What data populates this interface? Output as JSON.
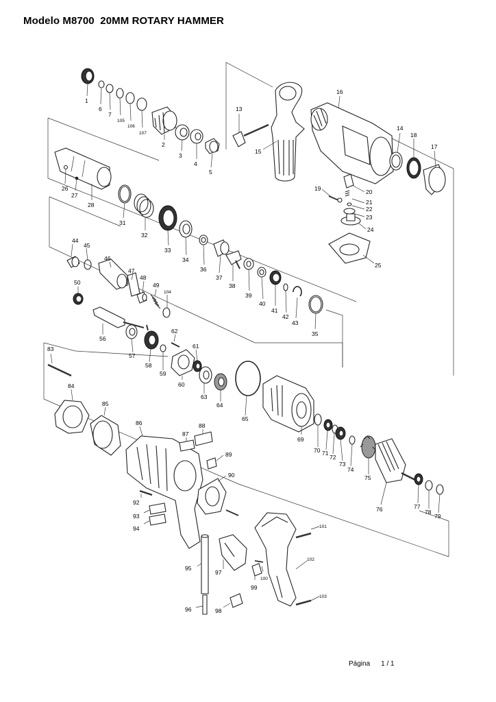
{
  "title": "Modelo M8700  20MM ROTARY HAMMER",
  "footer": {
    "page_label": "Página",
    "page_value": "1 / 1"
  },
  "parts": [
    {
      "num": "1"
    },
    {
      "num": "6"
    },
    {
      "num": "7"
    },
    {
      "num": "105"
    },
    {
      "num": "106"
    },
    {
      "num": "107"
    },
    {
      "num": "2"
    },
    {
      "num": "3"
    },
    {
      "num": "4"
    },
    {
      "num": "5"
    },
    {
      "num": "13"
    },
    {
      "num": "15"
    },
    {
      "num": "16"
    },
    {
      "num": "14"
    },
    {
      "num": "18"
    },
    {
      "num": "17"
    },
    {
      "num": "19"
    },
    {
      "num": "20"
    },
    {
      "num": "21"
    },
    {
      "num": "22"
    },
    {
      "num": "23"
    },
    {
      "num": "24"
    },
    {
      "num": "25"
    },
    {
      "num": "26"
    },
    {
      "num": "27"
    },
    {
      "num": "28"
    },
    {
      "num": "31"
    },
    {
      "num": "32"
    },
    {
      "num": "33"
    },
    {
      "num": "34"
    },
    {
      "num": "36"
    },
    {
      "num": "37"
    },
    {
      "num": "38"
    },
    {
      "num": "39"
    },
    {
      "num": "40"
    },
    {
      "num": "41"
    },
    {
      "num": "42"
    },
    {
      "num": "43"
    },
    {
      "num": "35"
    },
    {
      "num": "44"
    },
    {
      "num": "45"
    },
    {
      "num": "46"
    },
    {
      "num": "47"
    },
    {
      "num": "48"
    },
    {
      "num": "49"
    },
    {
      "num": "104"
    },
    {
      "num": "50"
    },
    {
      "num": "56"
    },
    {
      "num": "57"
    },
    {
      "num": "58"
    },
    {
      "num": "59"
    },
    {
      "num": "62"
    },
    {
      "num": "61"
    },
    {
      "num": "60"
    },
    {
      "num": "63"
    },
    {
      "num": "64"
    },
    {
      "num": "65"
    },
    {
      "num": "69"
    },
    {
      "num": "70"
    },
    {
      "num": "71"
    },
    {
      "num": "72"
    },
    {
      "num": "73"
    },
    {
      "num": "74"
    },
    {
      "num": "75"
    },
    {
      "num": "76"
    },
    {
      "num": "77"
    },
    {
      "num": "78"
    },
    {
      "num": "79"
    },
    {
      "num": "83"
    },
    {
      "num": "84"
    },
    {
      "num": "85"
    },
    {
      "num": "86"
    },
    {
      "num": "87"
    },
    {
      "num": "88"
    },
    {
      "num": "89"
    },
    {
      "num": "90"
    },
    {
      "num": "92"
    },
    {
      "num": "93"
    },
    {
      "num": "94"
    },
    {
      "num": "95"
    },
    {
      "num": "96"
    },
    {
      "num": "97"
    },
    {
      "num": "98"
    },
    {
      "num": "99"
    },
    {
      "num": "100"
    },
    {
      "num": "101"
    },
    {
      "num": "102"
    },
    {
      "num": "103"
    }
  ]
}
